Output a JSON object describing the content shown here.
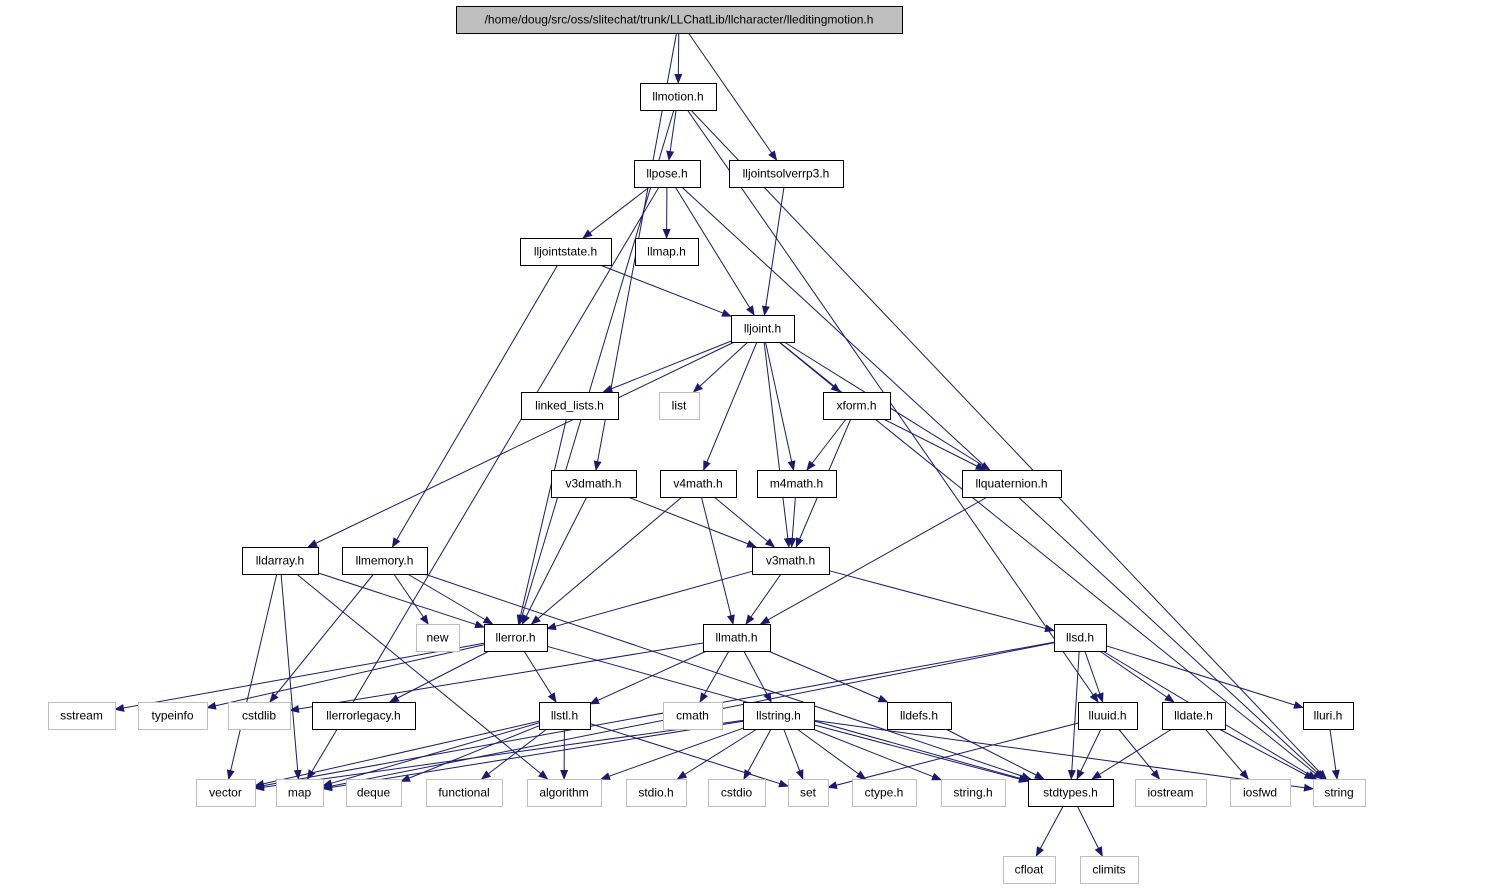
{
  "title": "/home/doug/src/oss/slitechat/trunk/LLChatLib/llcharacter/lleditingmotion.h",
  "colors": {
    "edge": "#191970",
    "root_fill": "#bfbfbf",
    "ext_stroke": "#bfbfbf",
    "node_stroke": "#000000"
  },
  "nodes": [
    {
      "id": "root",
      "label": "/home/doug/src/oss/slitechat/trunk/LLChatLib/llcharacter/lleditingmotion.h",
      "kind": "root"
    },
    {
      "id": "llmotion",
      "label": "llmotion.h",
      "kind": "doc"
    },
    {
      "id": "llpose",
      "label": "llpose.h",
      "kind": "doc"
    },
    {
      "id": "lljointsolverrp3",
      "label": "lljointsolverrp3.h",
      "kind": "doc"
    },
    {
      "id": "lljointstate",
      "label": "lljointstate.h",
      "kind": "doc"
    },
    {
      "id": "llmap",
      "label": "llmap.h",
      "kind": "doc"
    },
    {
      "id": "lljoint",
      "label": "lljoint.h",
      "kind": "doc"
    },
    {
      "id": "linked_lists",
      "label": "linked_lists.h",
      "kind": "doc"
    },
    {
      "id": "list",
      "label": "list",
      "kind": "ext"
    },
    {
      "id": "xform",
      "label": "xform.h",
      "kind": "doc"
    },
    {
      "id": "v3dmath",
      "label": "v3dmath.h",
      "kind": "doc"
    },
    {
      "id": "v4math",
      "label": "v4math.h",
      "kind": "doc"
    },
    {
      "id": "m4math",
      "label": "m4math.h",
      "kind": "doc"
    },
    {
      "id": "llquaternion",
      "label": "llquaternion.h",
      "kind": "doc"
    },
    {
      "id": "lldarray",
      "label": "lldarray.h",
      "kind": "doc"
    },
    {
      "id": "llmemory",
      "label": "llmemory.h",
      "kind": "doc"
    },
    {
      "id": "v3math",
      "label": "v3math.h",
      "kind": "doc"
    },
    {
      "id": "new",
      "label": "new",
      "kind": "ext"
    },
    {
      "id": "llerror",
      "label": "llerror.h",
      "kind": "doc"
    },
    {
      "id": "llmath",
      "label": "llmath.h",
      "kind": "doc"
    },
    {
      "id": "llsd",
      "label": "llsd.h",
      "kind": "doc"
    },
    {
      "id": "sstream",
      "label": "sstream",
      "kind": "ext"
    },
    {
      "id": "typeinfo",
      "label": "typeinfo",
      "kind": "ext"
    },
    {
      "id": "cstdlib",
      "label": "cstdlib",
      "kind": "ext"
    },
    {
      "id": "llerrorlegacy",
      "label": "llerrorlegacy.h",
      "kind": "doc"
    },
    {
      "id": "cmath",
      "label": "cmath",
      "kind": "ext"
    },
    {
      "id": "llstring",
      "label": "llstring.h",
      "kind": "doc"
    },
    {
      "id": "lldefs",
      "label": "lldefs.h",
      "kind": "doc"
    },
    {
      "id": "lluuid",
      "label": "lluuid.h",
      "kind": "doc"
    },
    {
      "id": "lldate",
      "label": "lldate.h",
      "kind": "doc"
    },
    {
      "id": "lluri",
      "label": "lluri.h",
      "kind": "doc"
    },
    {
      "id": "llstl",
      "label": "llstl.h",
      "kind": "doc"
    },
    {
      "id": "vector",
      "label": "vector",
      "kind": "ext"
    },
    {
      "id": "map",
      "label": "map",
      "kind": "ext"
    },
    {
      "id": "deque",
      "label": "deque",
      "kind": "ext"
    },
    {
      "id": "functional",
      "label": "functional",
      "kind": "ext"
    },
    {
      "id": "algorithm",
      "label": "algorithm",
      "kind": "ext"
    },
    {
      "id": "stdio",
      "label": "stdio.h",
      "kind": "ext"
    },
    {
      "id": "cstdio",
      "label": "cstdio",
      "kind": "ext"
    },
    {
      "id": "set",
      "label": "set",
      "kind": "ext"
    },
    {
      "id": "ctype",
      "label": "ctype.h",
      "kind": "ext"
    },
    {
      "id": "stringh",
      "label": "string.h",
      "kind": "ext"
    },
    {
      "id": "stdtypes",
      "label": "stdtypes.h",
      "kind": "doc"
    },
    {
      "id": "iostream",
      "label": "iostream",
      "kind": "ext"
    },
    {
      "id": "iosfwd",
      "label": "iosfwd",
      "kind": "ext"
    },
    {
      "id": "string",
      "label": "string",
      "kind": "ext"
    },
    {
      "id": "cfloat",
      "label": "cfloat",
      "kind": "ext"
    },
    {
      "id": "climits",
      "label": "climits",
      "kind": "ext"
    }
  ],
  "edges": [
    [
      "root",
      "llmotion"
    ],
    [
      "root",
      "lljointsolverrp3"
    ],
    [
      "root",
      "v3dmath"
    ],
    [
      "llmotion",
      "llpose"
    ],
    [
      "llmotion",
      "llerror"
    ],
    [
      "llmotion",
      "string"
    ],
    [
      "llmotion",
      "lluuid"
    ],
    [
      "llpose",
      "lljointstate"
    ],
    [
      "llpose",
      "llmap"
    ],
    [
      "llpose",
      "lljoint"
    ],
    [
      "llpose",
      "string"
    ],
    [
      "llpose",
      "map"
    ],
    [
      "lljointsolverrp3",
      "lljoint"
    ],
    [
      "lljointstate",
      "lljoint"
    ],
    [
      "lljointstate",
      "llmemory"
    ],
    [
      "lljoint",
      "linked_lists"
    ],
    [
      "lljoint",
      "list"
    ],
    [
      "lljoint",
      "xform"
    ],
    [
      "lljoint",
      "v4math"
    ],
    [
      "lljoint",
      "m4math"
    ],
    [
      "lljoint",
      "llquaternion"
    ],
    [
      "lljoint",
      "v3math"
    ],
    [
      "lljoint",
      "lldarray"
    ],
    [
      "lljoint",
      "string"
    ],
    [
      "linked_lists",
      "llerror"
    ],
    [
      "xform",
      "m4math"
    ],
    [
      "xform",
      "llquaternion"
    ],
    [
      "xform",
      "v3math"
    ],
    [
      "v3dmath",
      "llerror"
    ],
    [
      "v3dmath",
      "v3math"
    ],
    [
      "v4math",
      "llerror"
    ],
    [
      "v4math",
      "llmath"
    ],
    [
      "v4math",
      "v3math"
    ],
    [
      "m4math",
      "v3math"
    ],
    [
      "llquaternion",
      "llmath"
    ],
    [
      "v3math",
      "llerror"
    ],
    [
      "v3math",
      "llmath"
    ],
    [
      "v3math",
      "llsd"
    ],
    [
      "lldarray",
      "llerror"
    ],
    [
      "lldarray",
      "vector"
    ],
    [
      "lldarray",
      "map"
    ],
    [
      "lldarray",
      "algorithm"
    ],
    [
      "llmemory",
      "new"
    ],
    [
      "llmemory",
      "llerror"
    ],
    [
      "llmemory",
      "cstdlib"
    ],
    [
      "llmemory",
      "stdtypes"
    ],
    [
      "llerror",
      "sstream"
    ],
    [
      "llerror",
      "typeinfo"
    ],
    [
      "llerror",
      "llerrorlegacy"
    ],
    [
      "llerror",
      "llstl"
    ],
    [
      "llerror",
      "stdtypes"
    ],
    [
      "llmath",
      "cmath"
    ],
    [
      "llmath",
      "cstdlib"
    ],
    [
      "llmath",
      "llstl"
    ],
    [
      "llmath",
      "llstring"
    ],
    [
      "llmath",
      "lldefs"
    ],
    [
      "llsd",
      "map"
    ],
    [
      "llsd",
      "lluuid"
    ],
    [
      "llsd",
      "lldate"
    ],
    [
      "llsd",
      "lluri"
    ],
    [
      "llsd",
      "stdtypes"
    ],
    [
      "llsd",
      "string"
    ],
    [
      "llsd",
      "vector"
    ],
    [
      "llstl",
      "vector"
    ],
    [
      "llstl",
      "map"
    ],
    [
      "llstl",
      "deque"
    ],
    [
      "llstl",
      "functional"
    ],
    [
      "llstl",
      "algorithm"
    ],
    [
      "llstl",
      "set"
    ],
    [
      "llstring",
      "map"
    ],
    [
      "llstring",
      "vector"
    ],
    [
      "llstring",
      "algorithm"
    ],
    [
      "llstring",
      "stdio"
    ],
    [
      "llstring",
      "cstdio"
    ],
    [
      "llstring",
      "set"
    ],
    [
      "llstring",
      "ctype"
    ],
    [
      "llstring",
      "stringh"
    ],
    [
      "llstring",
      "stdtypes"
    ],
    [
      "llstring",
      "string"
    ],
    [
      "lldefs",
      "stdtypes"
    ],
    [
      "lluuid",
      "set"
    ],
    [
      "lluuid",
      "stdtypes"
    ],
    [
      "lluuid",
      "iostream"
    ],
    [
      "lldate",
      "stdtypes"
    ],
    [
      "lldate",
      "iosfwd"
    ],
    [
      "lldate",
      "string"
    ],
    [
      "lluri",
      "string"
    ],
    [
      "stdtypes",
      "cfloat"
    ],
    [
      "stdtypes",
      "climits"
    ]
  ]
}
